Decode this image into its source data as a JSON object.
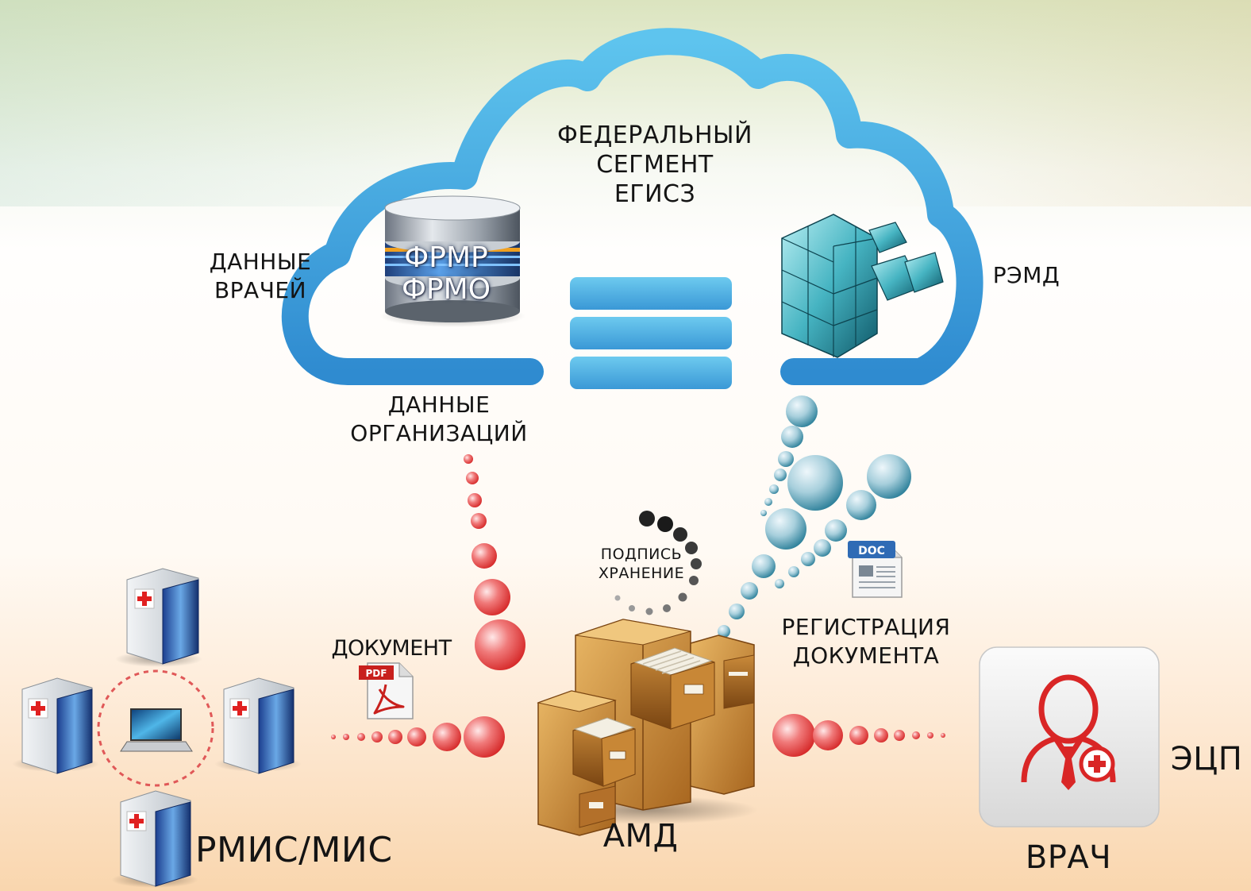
{
  "cloud": {
    "title_lines": [
      "ФЕДЕРАЛЬНЫЙ",
      "СЕГМЕНТ",
      "ЕГИСЗ"
    ]
  },
  "database": {
    "lines": [
      "ФРМР",
      "ФРМО"
    ]
  },
  "labels": {
    "doctors_data": [
      "ДАННЫЕ",
      "ВРАЧЕЙ"
    ],
    "remd": "РЭМД",
    "orgs_data": [
      "ДАННЫЕ",
      "ОРГАНИЗАЦИЙ"
    ],
    "sign_storage": [
      "ПОДПИСЬ",
      "ХРАНЕНИЕ"
    ],
    "document": "ДОКУМЕНТ",
    "registration": [
      "РЕГИСТРАЦИЯ",
      "ДОКУМЕНТА"
    ],
    "ecp": "ЭЦП",
    "amd": "АМД",
    "rmis": "РМИС/МИС",
    "doctor": "ВРАЧ"
  },
  "file_badges": {
    "pdf": "PDF",
    "doc": "DOC"
  },
  "icons": [
    "database-icon",
    "registry-cubes-icon",
    "filing-cabinet-icon",
    "server-icon",
    "laptop-icon",
    "doctor-icon",
    "pdf-file-icon",
    "doc-file-icon",
    "spinner-icon"
  ],
  "colors": {
    "cloud": "#4fb3e3",
    "red_dots": "#e23a3a",
    "blue_dots": "#3f9db8",
    "doctor_icon": "#d92626"
  }
}
